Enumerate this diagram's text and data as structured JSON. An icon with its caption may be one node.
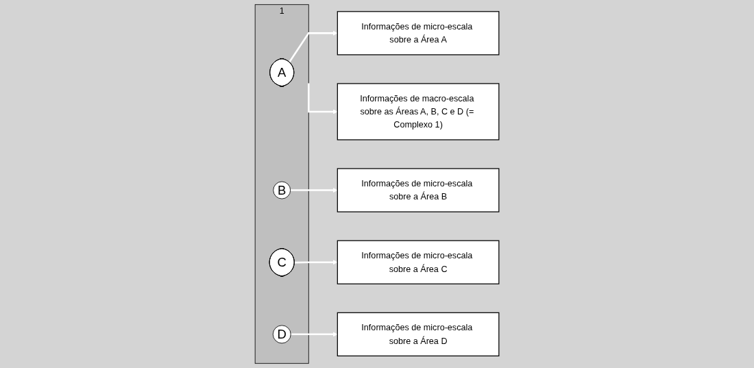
{
  "diagram": {
    "nodes": [
      {
        "text": [
          "1"
        ]
      },
      {
        "text": [
          "A"
        ],
        "in": 0
      },
      {
        "text": [
          "B"
        ],
        "in": 0
      },
      {
        "text": [
          "C"
        ],
        "in": 0
      },
      {
        "text": [
          "D"
        ],
        "in": 0
      },
      {
        "text": [
          "Informações de micro-escala sobre a Área A"
        ]
      },
      {
        "text": [
          "Informações de micro-escala sobre a Área B"
        ]
      },
      {
        "text": [
          "Informações de micro-escala sobre a Área C"
        ]
      },
      {
        "text": [
          "Informações de micro-escala sobre a Área D"
        ]
      },
      {
        "text": [
          "Informações de macro-escala sobre as Áreas A, B, C e D (= Complexo 1)"
        ]
      }
    ],
    "edges": [
      {
        "from": 1,
        "to": 5,
        "arrow": "to"
      },
      {
        "from": 2,
        "to": 6,
        "arrow": "to"
      },
      {
        "from": 3,
        "to": 7,
        "arrow": "to"
      },
      {
        "from": 4,
        "to": 8,
        "arrow": "to"
      },
      {
        "from": 0,
        "to": 9,
        "arrow": "to"
      }
    ]
  }
}
